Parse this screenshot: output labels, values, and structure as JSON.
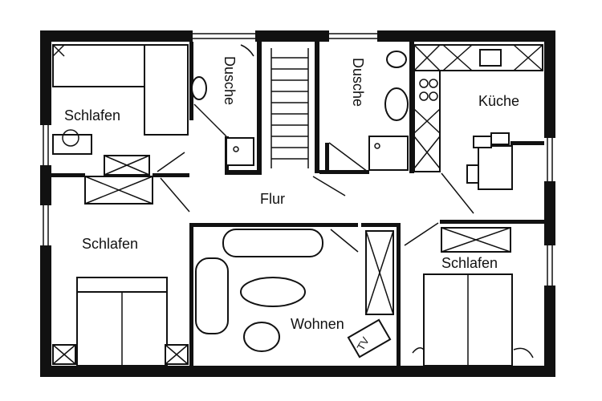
{
  "rooms": {
    "schlafen_top_left": "Schlafen",
    "dusche_left": "Dusche",
    "dusche_right": "Dusche",
    "kueche": "Küche",
    "flur": "Flur",
    "schlafen_mid_left": "Schlafen",
    "wohnen": "Wohnen",
    "schlafen_right": "Schlafen"
  },
  "appliances": {
    "tv": "TV"
  }
}
